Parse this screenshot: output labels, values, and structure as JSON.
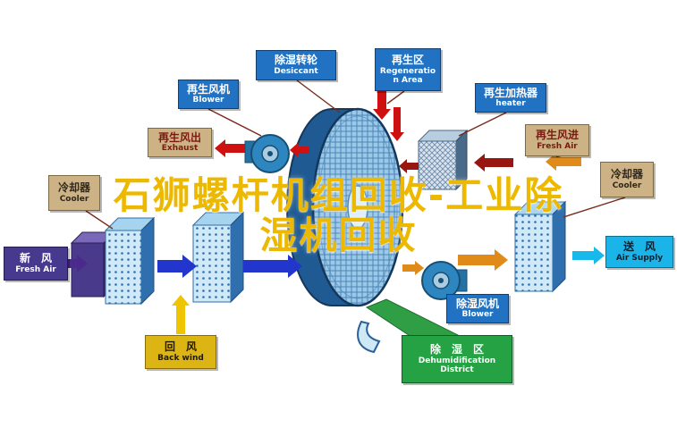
{
  "watermark": {
    "line1": "石狮螺杆机组回收-工业除",
    "line2": "湿机回收"
  },
  "labels": {
    "desiccant": {
      "zh": "除湿转轮",
      "en": "Desiccant"
    },
    "regeneration_area": {
      "zh": "再生区",
      "en": "Regeneration Area"
    },
    "regen_blower": {
      "zh": "再生风机",
      "en": "Blower"
    },
    "regen_heater": {
      "zh": "再生加热器",
      "en": "heater"
    },
    "exhaust": {
      "zh": "再生风出",
      "en": "Exhaust"
    },
    "regen_fresh_air": {
      "zh": "再生风进",
      "en": "Fresh Air"
    },
    "cooler_left": {
      "zh": "冷却器",
      "en": "Cooler"
    },
    "cooler_right": {
      "zh": "冷却器",
      "en": "Cooler"
    },
    "fresh_air": {
      "zh": "新　风",
      "en": "Fresh Air"
    },
    "air_supply": {
      "zh": "送　风",
      "en": "Air Supply"
    },
    "back_wind": {
      "zh": "回　风",
      "en": "Back wind"
    },
    "dehumid_blower": {
      "zh": "除湿风机",
      "en": "Blower"
    },
    "dehumid_district": {
      "zh": "除　湿　区",
      "en": "Dehumidification District"
    }
  },
  "colors": {
    "label_blue": "#2272c3",
    "label_tan": "#cdb286",
    "label_purple": "#473a8e",
    "label_cyan": "#1ab4e8",
    "label_yellow": "#dcb414",
    "label_green": "#25a244",
    "watermark_yellow": "#edb900",
    "wheel_blue": "#2e86c1",
    "arrow_red": "#cf1010",
    "arrow_maroon": "#991510",
    "arrow_blue": "#2235cc",
    "arrow_orange": "#e08a1a",
    "arrow_purple": "#4a2a8a",
    "arrow_cyan": "#17b8ea",
    "arrow_yellow": "#efc400"
  }
}
